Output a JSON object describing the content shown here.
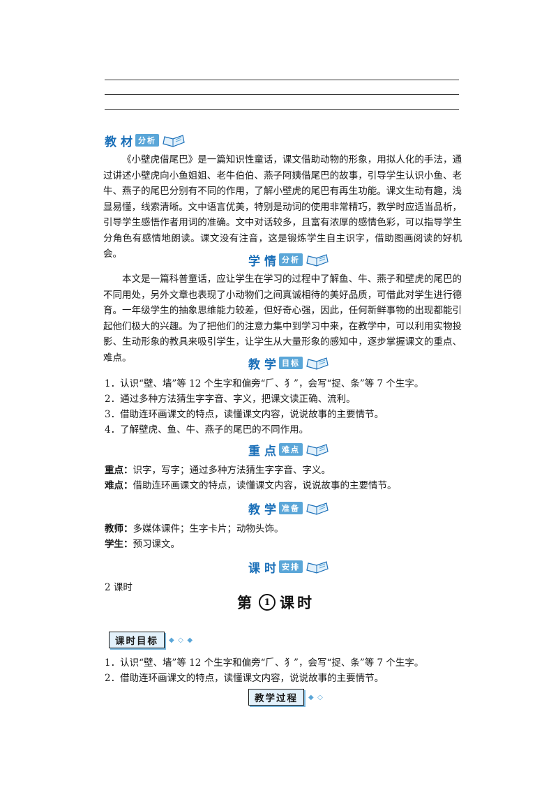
{
  "sections": {
    "jiaocai": {
      "main": "教材",
      "sub": "分析",
      "text": "《小壁虎借尾巴》是一篇知识性童话，课文借助动物的形象，用拟人化的手法，通过讲述小壁虎向小鱼姐姐、老牛伯伯、燕子阿姨借尾巴的故事，引导学生认识小鱼、老牛、燕子的尾巴分别有不同的作用，了解小壁虎的尾巴有再生功能。课文生动有趣，浅显易懂，线索清晰。文中语言优美，特别是动词的使用非常精巧，教学时应适当品析，引导学生感悟作者用词的准确。文中对话较多，且富有浓厚的感情色彩，可以指导学生分角色有感情地朗读。课文没有注音，这是锻炼学生自主识字，借助图画阅读的好机会。"
    },
    "xueqing": {
      "main": "学情",
      "sub": "分析",
      "text": "本文是一篇科普童话，应让学生在学习的过程中了解鱼、牛、燕子和壁虎的尾巴的不同用处，另外文章也表现了小动物们之间真诚相待的美好品质，可借此对学生进行德育。一年级学生的抽象思维能力较差，但好奇心强，因此，任何新鲜事物的出现都能引起他们极大的兴趣。为了把他们的注意力集中到学习中来，在教学中，可以利用实物投影、生动形象的教具来吸引学生，让学生从大量形象的感知中，逐步掌握课文的重点、难点。"
    },
    "mubiao": {
      "main": "教学",
      "sub": "目标",
      "items": [
        "1．认识“壁、墙”等 12 个生字和偏旁“𠂆、犭”，会写“捉、条”等 7 个生字。",
        "2．通过多种方法猜生字字音、字义，把课文读正确、流利。",
        "3．借助连环画课文的特点，读懂课文内容，说说故事的主要情节。",
        "4．了解壁虎、鱼、牛、燕子的尾巴的不同作用。"
      ]
    },
    "zhongdian": {
      "main": "重点",
      "sub": "难点",
      "key_label": "重点：",
      "key_text": "识字，写字；通过多种方法猜生字字音、字义。",
      "diff_label": "难点：",
      "diff_text": "借助连环画课文的特点，读懂课文内容，说说故事的主要情节。"
    },
    "zhunbei": {
      "main": "教学",
      "sub": "准备",
      "teacher_label": "教师：",
      "teacher_text": "多媒体课件；生字卡片；动物头饰。",
      "student_label": "学生：",
      "student_text": "预习课文。"
    },
    "keshi": {
      "main": "课时",
      "sub": "安排",
      "text": "2 课时"
    }
  },
  "lesson": {
    "prefix": "第",
    "num": "1",
    "suffix": "课时"
  },
  "lesson_goals": {
    "label": "课时目标",
    "items": [
      "1．认识“壁、墙”等 12 个生字和偏旁“𠂆、犭”，会写“捉、条”等 7 个生字。",
      "2．借助连环画课文的特点，读懂课文内容，说说故事的主要情节。"
    ]
  },
  "process": {
    "label": "教学过程"
  },
  "colors": {
    "accent": "#1a6fb8",
    "tag_bg": "#5aa6d8"
  }
}
